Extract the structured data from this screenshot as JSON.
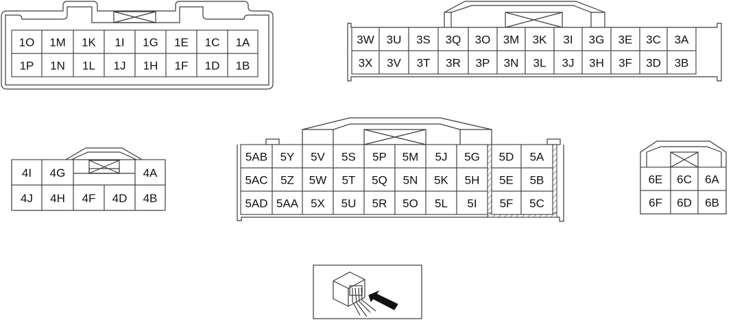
{
  "colors": {
    "line": "#3a3a3a",
    "text": "#111111",
    "background": "#ffffff"
  },
  "connectors": [
    {
      "id": "connector-1",
      "rows": [
        [
          "1O",
          "1M",
          "1K",
          "1I",
          "1G",
          "1E",
          "1C",
          "1A"
        ],
        [
          "1P",
          "1N",
          "1L",
          "1J",
          "1H",
          "1F",
          "1D",
          "1B"
        ]
      ]
    },
    {
      "id": "connector-3",
      "rows": [
        [
          "3W",
          "3U",
          "3S",
          "3Q",
          "3O",
          "3M",
          "3K",
          "3I",
          "3G",
          "3E",
          "3C",
          "3A"
        ],
        [
          "3X",
          "3V",
          "3T",
          "3R",
          "3P",
          "3N",
          "3L",
          "3J",
          "3H",
          "3F",
          "3D",
          "3B"
        ]
      ]
    },
    {
      "id": "connector-4",
      "rows": [
        [
          "4I",
          "4G",
          "",
          "",
          "4A"
        ],
        [
          "4J",
          "4H",
          "4F",
          "4D",
          "4B"
        ]
      ]
    },
    {
      "id": "connector-5",
      "rows": [
        [
          "5AB",
          "5Y",
          "5V",
          "5S",
          "5P",
          "5M",
          "5J",
          "5G",
          "5D",
          "5A"
        ],
        [
          "5AC",
          "5Z",
          "5W",
          "5T",
          "5Q",
          "5N",
          "5K",
          "5H",
          "5E",
          "5B"
        ],
        [
          "5AD",
          "5AA",
          "5X",
          "5U",
          "5R",
          "5O",
          "5L",
          "5I",
          "5F",
          "5C"
        ]
      ]
    },
    {
      "id": "connector-6",
      "rows": [
        [
          "6E",
          "6C",
          "6A"
        ],
        [
          "6F",
          "6D",
          "6B"
        ]
      ]
    }
  ],
  "view_icon": {
    "name": "connector-front-view-arrow-icon"
  }
}
